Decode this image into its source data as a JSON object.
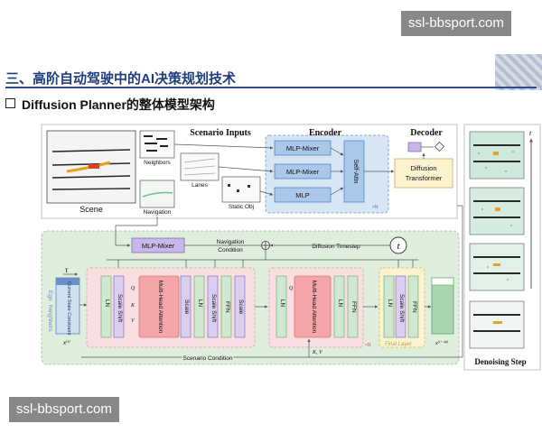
{
  "watermark_top": "ssl-bbsport.com",
  "watermark_bottom": "ssl-bbsport.com",
  "section_title": "三、高阶自动驾驶中的AI决策规划技术",
  "subtitle": "Diffusion Planner的整体模型架构",
  "diagram": {
    "scenario_inputs": "Scenario Inputs",
    "encoder": "Encoder",
    "decoder": "Decoder",
    "scene": "Scene",
    "neighbors": "Neighbors",
    "lanes": "Lanes",
    "navigation": "Navigation",
    "static_obj": "Static Obj",
    "mlp_mixer_1": "MLP-Mixer",
    "mlp_mixer_2": "MLP-Mixer",
    "mlp": "MLP",
    "self_attn": "Self-Attn",
    "encoder_nx": "×N",
    "diffusion_transformer_1": "Diffusion",
    "diffusion_transformer_2": "Transformer",
    "mlp_mixer_nav": "MLP-Mixer",
    "navigation_condition_1": "Navigation",
    "navigation_condition_2": "Condition",
    "diffusion_timestep": "Diffusion Timestep",
    "t_symbol": "t",
    "tau": "τ",
    "ego": "Ego",
    "neighbors_vertical": "Neighbors",
    "current_state_constraint": "Current State Constraint",
    "x_in": "x⁽ᵗ⁾",
    "x_out": "x⁽ᵗ⁻ᐞᵗ⁾",
    "ln_1": "LN",
    "scale_shift_1": "Scale Shift",
    "q_label": "Q",
    "k_label": "K",
    "v_label": "V",
    "mha_1": "Multi-Head Attention",
    "scale_1": "Scale",
    "ln_2": "LN",
    "scale_shift_2": "Scale Shift",
    "ffn_1": "FFN",
    "scale_2": "Scale",
    "ln_3": "LN",
    "q_label_2": "Q",
    "mha_2": "Multi-Head Attention",
    "ln_4": "LN",
    "ffn_2": "FFN",
    "block_nx": "×N",
    "ln_5": "LN",
    "scale_shift_3": "Scale Shift",
    "ffn_3": "FFN",
    "final_layer": "Final Layer",
    "scenario_condition": "Scenario Condition",
    "kv_label": "K, V",
    "denoising_step": "Denoising Step",
    "t_axis": "t"
  },
  "colors": {
    "title_blue": "#1f3d7a",
    "panel_green": "#dfeedd",
    "encoder_blue": "#d7e6f5",
    "pink_block": "#f8e0e2",
    "mha_red": "#f4a6a8",
    "ln_green": "#cfe8cf",
    "scale_purple": "#d9cdf0",
    "final_yellow": "#fbf3cf"
  }
}
